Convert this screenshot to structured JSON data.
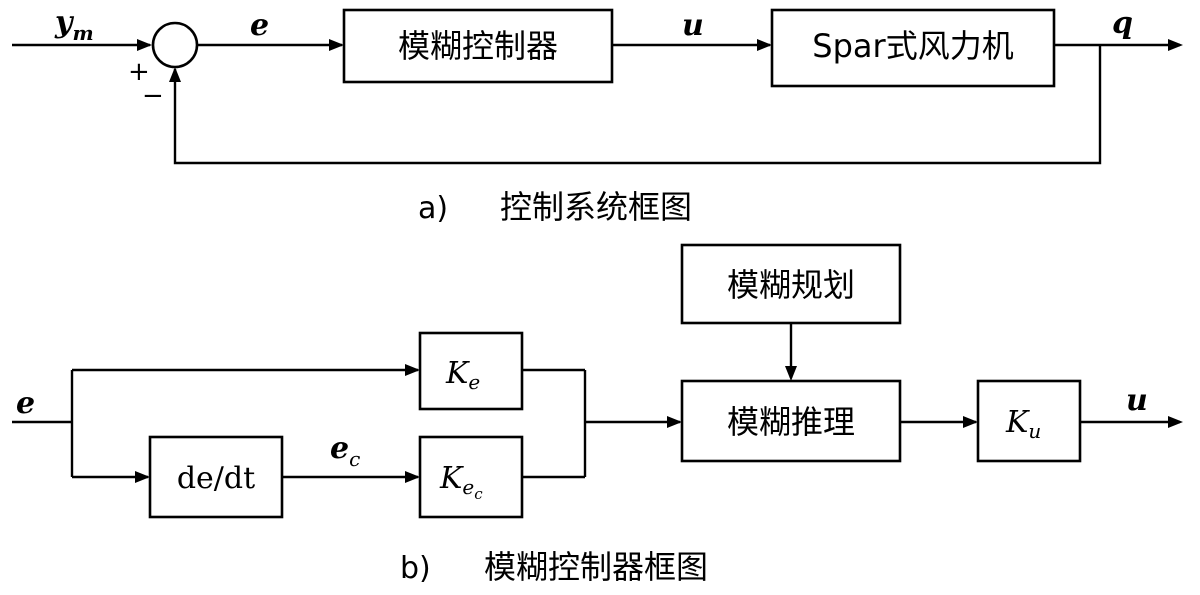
{
  "diagram_a": {
    "input_label": "y",
    "input_sub": "m",
    "plus_sign": "+",
    "minus_sign": "−",
    "error_label": "e",
    "controller_label": "模糊控制器",
    "control_label": "u",
    "plant_label": "Spar式风力机",
    "output_label": "q",
    "caption_letter": "a)",
    "caption_text": "控制系统框图"
  },
  "diagram_b": {
    "input_label": "e",
    "ke_label": "K",
    "ke_sub": "e",
    "derivative_label": "de/dt",
    "ec_label": "e",
    "ec_sub": "c",
    "kec_label": "K",
    "kec_sub": "e",
    "kec_subsub": "c",
    "rule_label": "模糊规划",
    "inference_label": "模糊推理",
    "ku_label": "K",
    "ku_sub": "u",
    "output_label": "u",
    "caption_letter": "b)",
    "caption_text": "模糊控制器框图"
  }
}
